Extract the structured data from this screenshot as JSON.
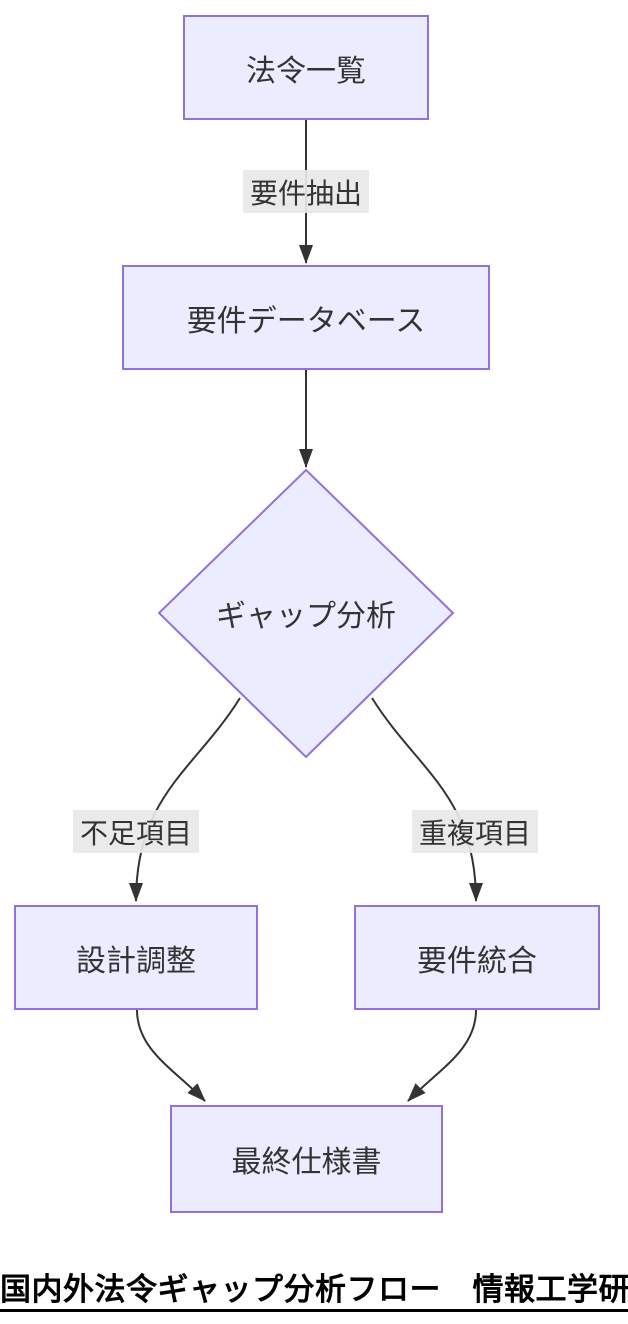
{
  "diagram": {
    "title": "国内外法令ギャップ分析フロー　情報工学研",
    "nodes": [
      {
        "id": "law-list",
        "label": "法令一覧",
        "shape": "rect"
      },
      {
        "id": "requirements-database",
        "label": "要件データベース",
        "shape": "rect"
      },
      {
        "id": "gap-analysis",
        "label": "ギャップ分析",
        "shape": "diamond"
      },
      {
        "id": "design-adjustment",
        "label": "設計調整",
        "shape": "rect"
      },
      {
        "id": "requirements-integration",
        "label": "要件統合",
        "shape": "rect"
      },
      {
        "id": "final-specification",
        "label": "最終仕様書",
        "shape": "rect"
      }
    ],
    "edges": [
      {
        "from": "law-list",
        "to": "requirements-database",
        "label": "要件抽出"
      },
      {
        "from": "requirements-database",
        "to": "gap-analysis",
        "label": ""
      },
      {
        "from": "gap-analysis",
        "to": "design-adjustment",
        "label": "不足項目"
      },
      {
        "from": "gap-analysis",
        "to": "requirements-integration",
        "label": "重複項目"
      },
      {
        "from": "design-adjustment",
        "to": "final-specification",
        "label": ""
      },
      {
        "from": "requirements-integration",
        "to": "final-specification",
        "label": ""
      }
    ],
    "colors": {
      "node_fill": "#ECECFF",
      "node_border": "#9370DB",
      "edge_stroke": "#333333",
      "edge_label_bg": "#e8e8e8",
      "text": "#333333",
      "title_text": "#000000",
      "background": "#ffffff"
    }
  }
}
